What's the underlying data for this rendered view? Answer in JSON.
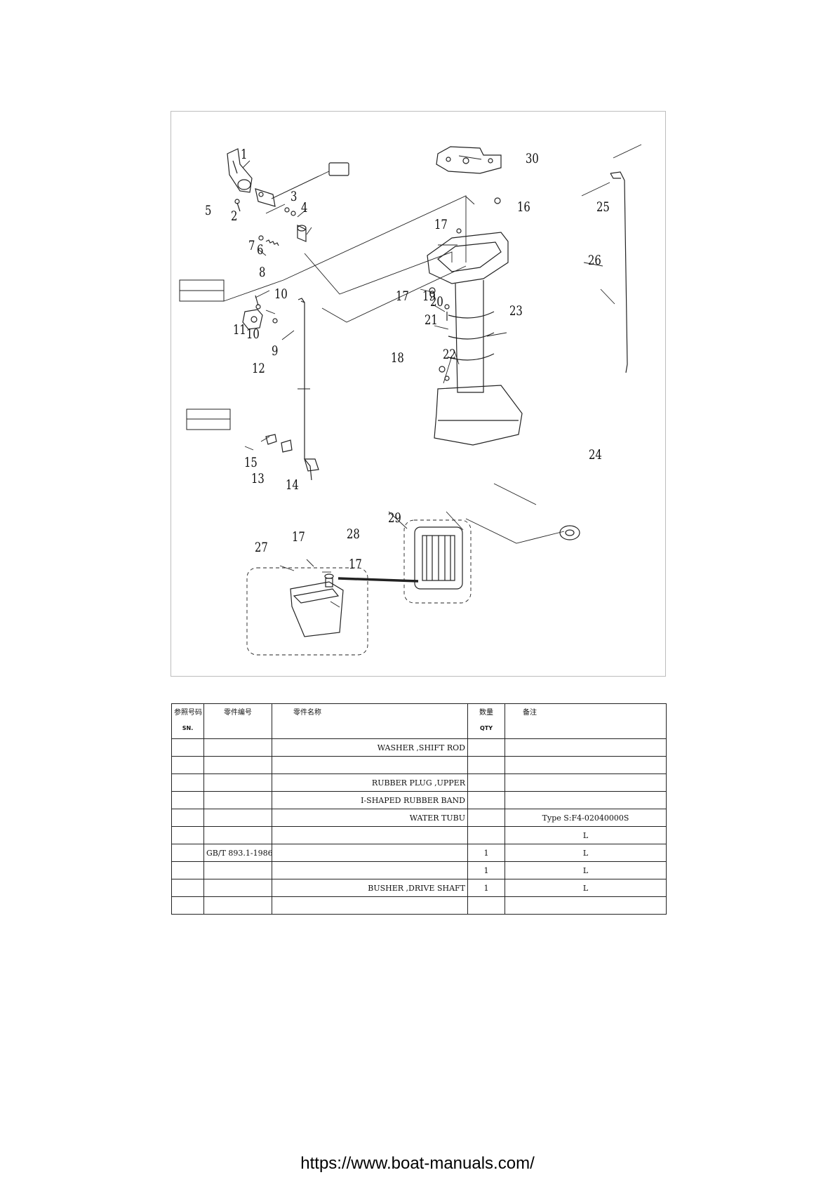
{
  "diagram": {
    "callouts": [
      "1",
      "2",
      "3",
      "4",
      "5",
      "6",
      "7",
      "8",
      "9",
      "10",
      "10",
      "11",
      "12",
      "13",
      "14",
      "15",
      "16",
      "17",
      "17",
      "17",
      "17",
      "18",
      "19",
      "20",
      "21",
      "22",
      "23",
      "24",
      "25",
      "26",
      "27",
      "28",
      "29",
      "30"
    ]
  },
  "table": {
    "headers": {
      "sn_cn": "参照号码",
      "sn_en": "SN.",
      "part_no_cn": "零件编号",
      "name_cn": "零件名称",
      "qty_cn": "数量",
      "qty_en": "QTY",
      "note_cn": "备注"
    },
    "rows": [
      {
        "sn": "",
        "part_no": "",
        "name": "WASHER ,SHIFT ROD",
        "qty": "",
        "note": ""
      },
      {
        "sn": "",
        "part_no": "",
        "name": "",
        "qty": "",
        "note": ""
      },
      {
        "sn": "",
        "part_no": "",
        "name": "RUBBER PLUG ,UPPER",
        "qty": "",
        "note": ""
      },
      {
        "sn": "",
        "part_no": "",
        "name": "I-SHAPED RUBBER BAND",
        "qty": "",
        "note": ""
      },
      {
        "sn": "",
        "part_no": "",
        "name": "WATER TUBU",
        "qty": "",
        "note": "Type S:F4-02040000S"
      },
      {
        "sn": "",
        "part_no": "",
        "name": "",
        "qty": "",
        "note": "L"
      },
      {
        "sn": "",
        "part_no": "GB/T 893.1-1986",
        "name": "",
        "qty": "1",
        "note": "L"
      },
      {
        "sn": "",
        "part_no": "",
        "name": "",
        "qty": "1",
        "note": "L"
      },
      {
        "sn": "",
        "part_no": "",
        "name": "BUSHER ,DRIVE SHAFT",
        "qty": "1",
        "note": "L"
      },
      {
        "sn": "",
        "part_no": "",
        "name": "",
        "qty": "",
        "note": ""
      }
    ]
  },
  "footer": {
    "url": "https://www.boat-manuals.com/"
  }
}
